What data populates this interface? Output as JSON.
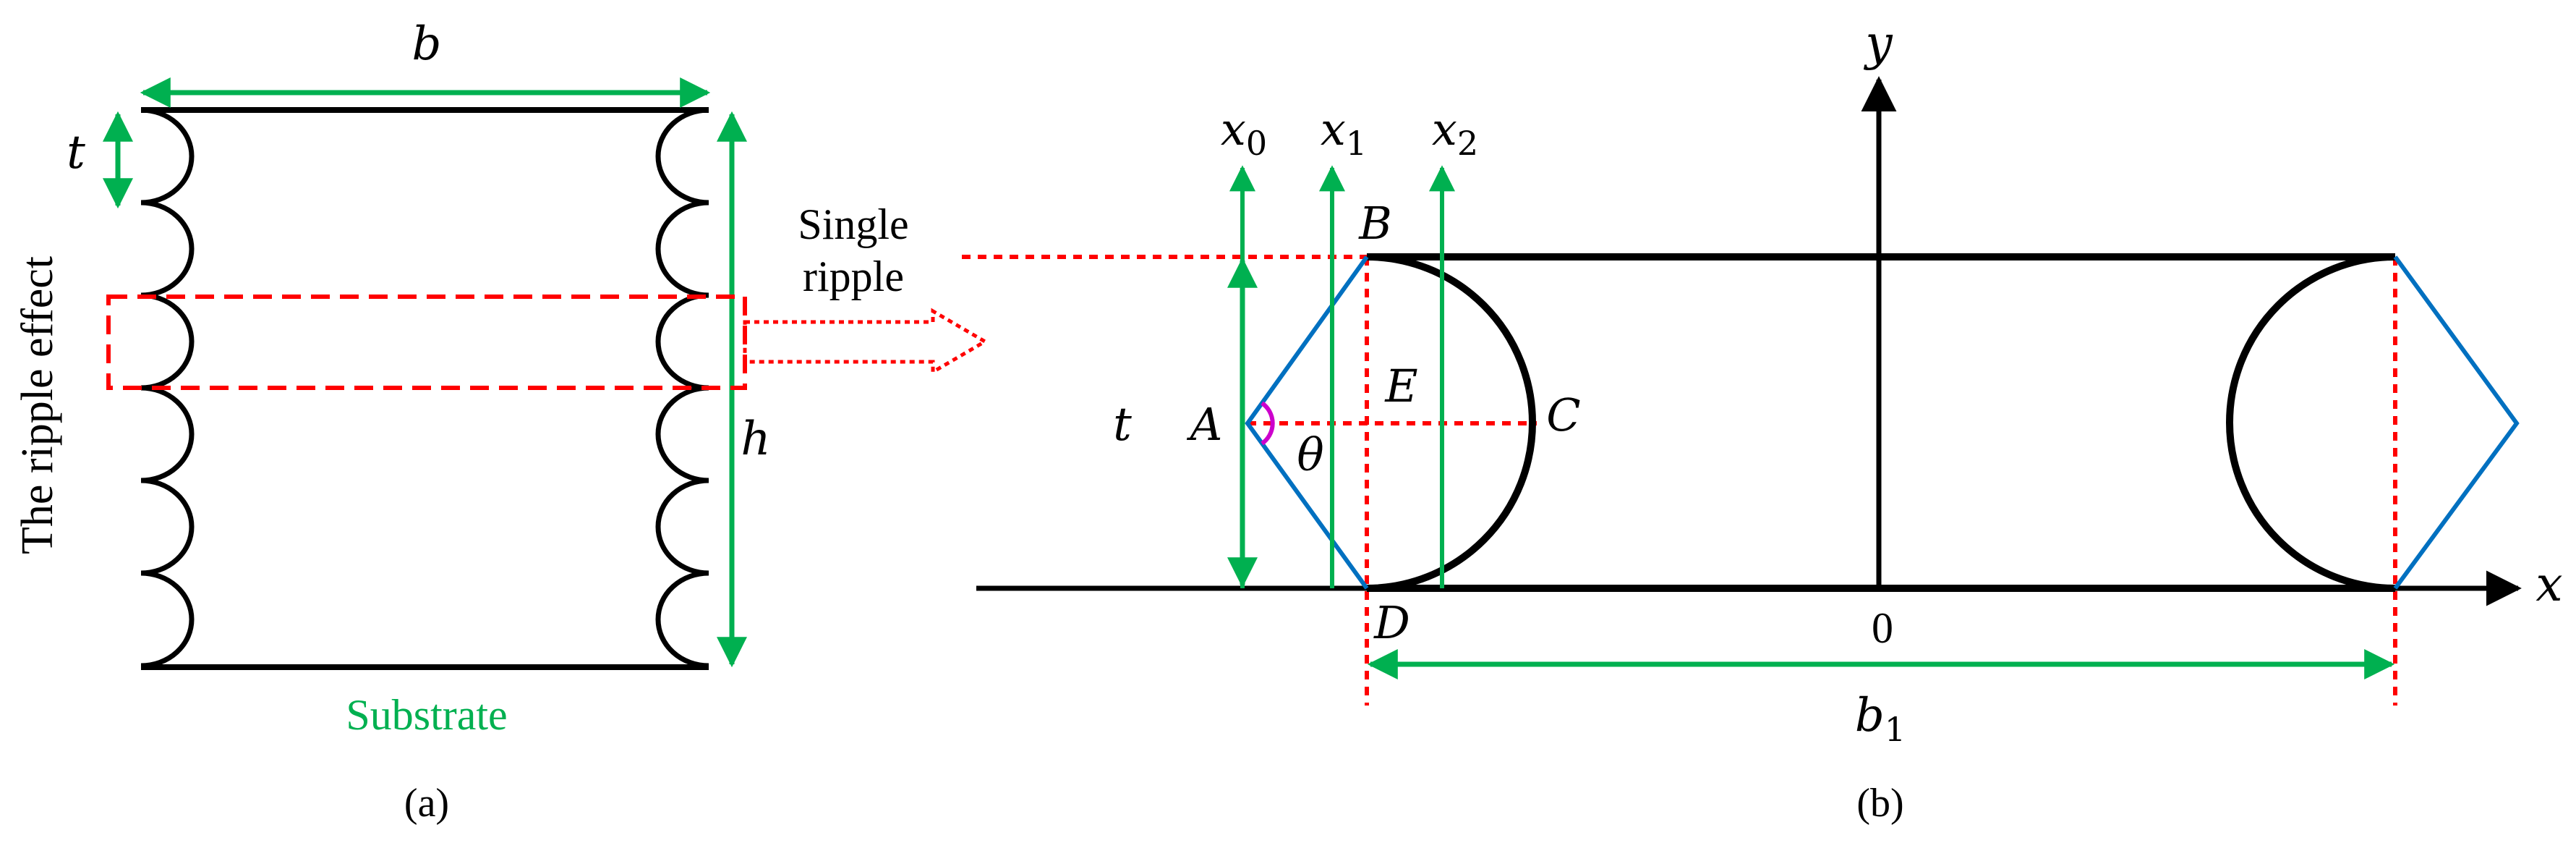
{
  "panel_a": {
    "label": "(a)",
    "width_label": "b",
    "ripple_height_label": "t",
    "height_label": "h",
    "side_label": "The ripple effect",
    "substrate_label": "Substrate",
    "single_ripple_label_line1": "Single",
    "single_ripple_label_line2": "ripple"
  },
  "panel_b": {
    "label": "(b)",
    "y_axis": "y",
    "x_axis": "x",
    "origin": "0",
    "x0_base": "x",
    "x0_sub": "0",
    "x1_base": "x",
    "x1_sub": "1",
    "x2_base": "x",
    "x2_sub": "2",
    "b1_base": "b",
    "b1_sub": "1",
    "t_label": "t",
    "point_A": "A",
    "point_B": "B",
    "point_C": "C",
    "point_D": "D",
    "point_E": "E",
    "angle_label": "θ"
  },
  "colors": {
    "dimension": "#00b050",
    "dashed": "#ff0000",
    "triangle": "#0070c0",
    "angle_arc": "#cc00cc",
    "outline": "#000000"
  }
}
